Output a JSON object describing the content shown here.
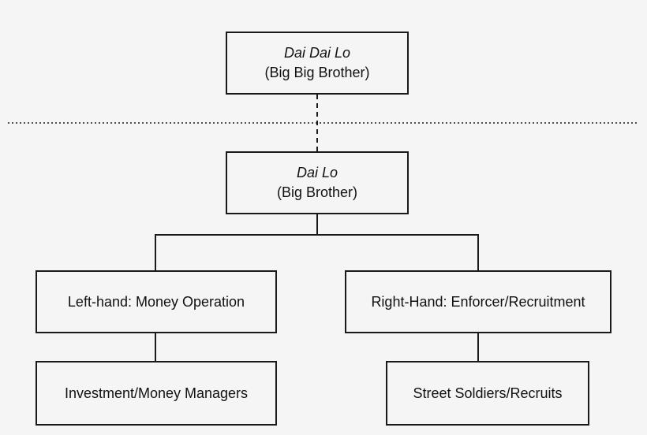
{
  "colors": {
    "background": "#f5f5f5",
    "line": "#1a1a1a"
  },
  "nodes": {
    "dai_dai_lo": {
      "title": "Dai Dai Lo",
      "subtitle": "(Big Big Brother)"
    },
    "dai_lo": {
      "title": "Dai Lo",
      "subtitle": "(Big Brother)"
    },
    "left_hand": {
      "label": "Left-hand: Money Operation"
    },
    "right_hand": {
      "label": "Right-Hand: Enforcer/Recruitment"
    },
    "investment": {
      "label": "Investment/Money Managers"
    },
    "street": {
      "label": "Street Soldiers/Recruits"
    }
  }
}
